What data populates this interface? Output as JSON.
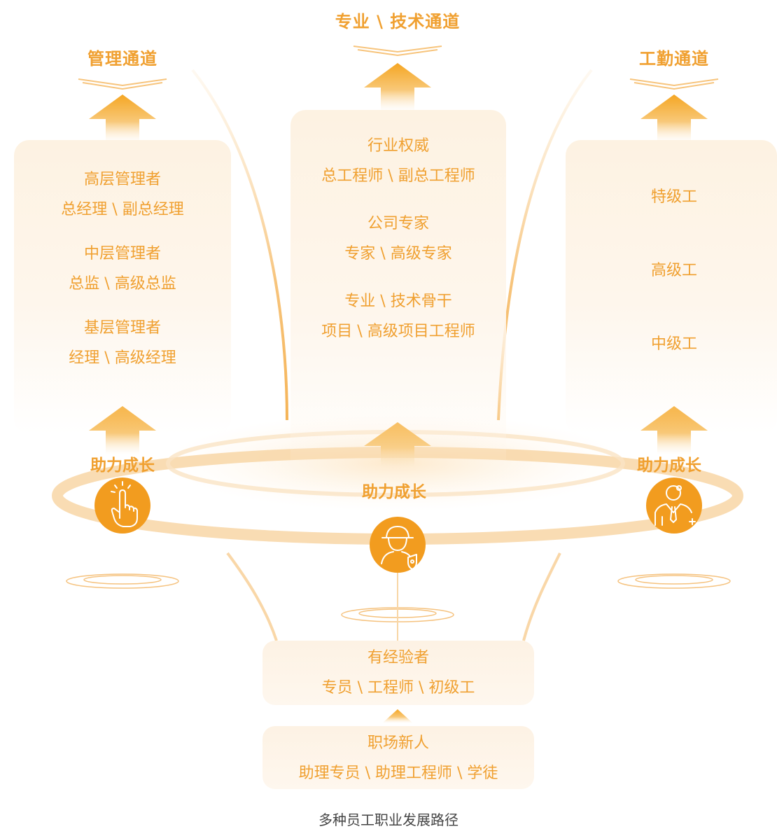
{
  "channels": {
    "management": {
      "title": "管理通道",
      "items": [
        {
          "level": "高层管理者",
          "roles": "总经理 \\ 副总经理"
        },
        {
          "level": "中层管理者",
          "roles": "总监 \\ 高级总监"
        },
        {
          "level": "基层管理者",
          "roles": "经理 \\ 高级经理"
        }
      ]
    },
    "technical": {
      "title": "专业 \\ 技术通道",
      "items": [
        {
          "level": "行业权威",
          "roles": "总工程师 \\ 副总工程师"
        },
        {
          "level": "公司专家",
          "roles": "专家 \\ 高级专家"
        },
        {
          "level": "专业 \\ 技术骨干",
          "roles": "项目 \\ 高级项目工程师"
        }
      ]
    },
    "worker": {
      "title": "工勤通道",
      "items": [
        "特级工",
        "高级工",
        "中级工"
      ]
    }
  },
  "boost_label": "助力成长",
  "entry_levels": [
    {
      "level": "有经验者",
      "roles": "专员 \\ 工程师 \\ 初级工"
    },
    {
      "level": "职场新人",
      "roles": "助理专员 \\ 助理工程师 \\ 学徒"
    }
  ],
  "caption": "多种员工职业发展路径",
  "icons": [
    "hand-pointing-icon",
    "worker-helmet-icon",
    "businessman-icon"
  ],
  "colors": {
    "accent": "#f0a030",
    "panel": "#fdf2e2",
    "caption": "#444444"
  }
}
